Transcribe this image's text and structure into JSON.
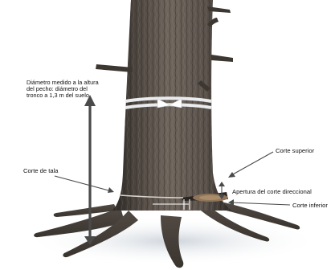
{
  "diagram": {
    "labels": {
      "dbh_lines": [
        "Diámetro medido a la altura",
        "del pecho: diámetro del",
        "tronco a 1,3 m del suelo"
      ],
      "felling_cut": "Corte de tala",
      "top_cut": "Corte superior",
      "notch_opening": "Apertura del corte direccional",
      "bottom_cut": "Corte inferior"
    },
    "colors": {
      "background": "#ffffff",
      "bark_dark": "#3e3833",
      "bark_mid": "#615850",
      "bark_light": "#857a6f",
      "stump_wood": "#8f7558",
      "arrow": "#4a4a4a",
      "measure_band": "#e9ebef",
      "ground_shadow": "#dde2e8"
    }
  }
}
